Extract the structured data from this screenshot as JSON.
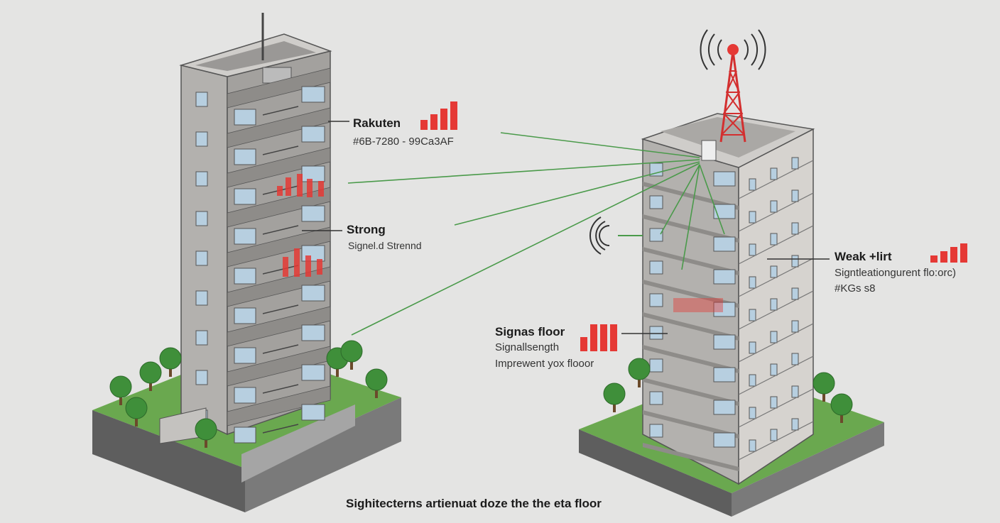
{
  "labels": {
    "rakuten": {
      "title": "Rakuten",
      "subtitle": "#6B-7280 - 99Ca3AF",
      "bars": 4
    },
    "strong": {
      "title": "Strong",
      "subtitle": "Signel.d Strennd"
    },
    "weak": {
      "title": "Weak +lirt",
      "subtitle": "Signtleationgurent flo:orc)",
      "code": "#KGs s8",
      "bars": 4
    },
    "signas": {
      "title": "Signas floor",
      "subtitle": "Signallsength",
      "note": "Imprewent yox flooor",
      "bars": 4
    }
  },
  "caption": "Sighitecterns artienuat doze the the eta floor",
  "colors": {
    "background": "#e4e4e3",
    "signal_red": "#e53935",
    "signal_line": "#4a9a4a",
    "wall": "#b9b7b4",
    "wall_dark": "#8f8d8a",
    "grass": "#6aa84f",
    "tree": "#3f8f3a"
  }
}
